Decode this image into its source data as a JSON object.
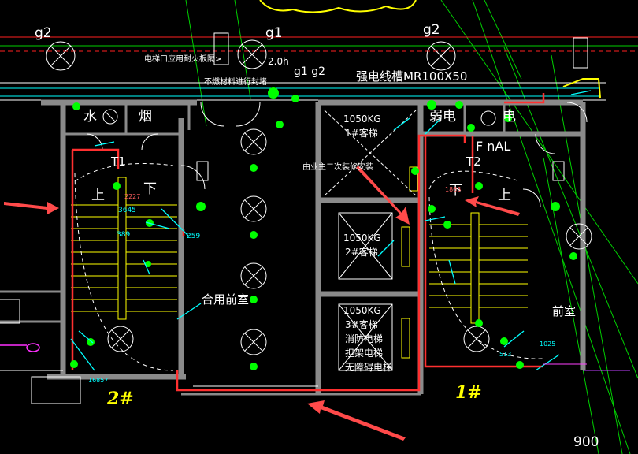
{
  "labels": {
    "g2_left": "g2",
    "g1_top": "g1",
    "g2_right": "g2",
    "g1_g2": "g1 g2",
    "elevator_fire_door_note": "电梯口应用耐火板隔>",
    "rating_2h": "2.0h",
    "noncombustible_seal_note": "不燃材料进行封堵",
    "tray_label": "强电线槽MR100X50",
    "water_room": "水",
    "smoke_room": "烟",
    "weak_elec_room": "弱电",
    "strong_elec_room": "电",
    "f_nal": "F nAL",
    "t1": "T1",
    "t2": "T2",
    "stair_up_left": "上",
    "stair_down_left": "下",
    "stair_up_right": "上",
    "stair_down_right": "下",
    "shared_lobby": "合用前室",
    "front_room": "前室",
    "elev1_capacity": "1050KG",
    "elev1_name": "1#客梯",
    "decoration_note": "由业主二次装修安装",
    "elev2_capacity": "1050KG",
    "elev2_name": "2#客梯",
    "elev3_capacity": "1050KG",
    "elev3_name": "3#客梯",
    "elev3_line2": "消防电梯",
    "elev3_line3": "担架电梯",
    "elev3_line4": "无障碍电梯",
    "dim_2227": "2227",
    "dim_3645": "3645",
    "dim_389": "389",
    "dim_259": "259",
    "dim_16857": "16857",
    "dim_1863": "1863",
    "dim_1025": "1025",
    "dim_513": "513",
    "dim_900": "900",
    "stair_2_hand": "2#",
    "stair_1_hand": "1#"
  },
  "colors": {
    "background": "#000000",
    "wall": "#808080",
    "fire_line": "#ff3030",
    "grid_line": "#00ff00",
    "cyan": "#00ffff",
    "yellow": "#ffff00",
    "annotation_arrow": "#ff4a4a"
  }
}
